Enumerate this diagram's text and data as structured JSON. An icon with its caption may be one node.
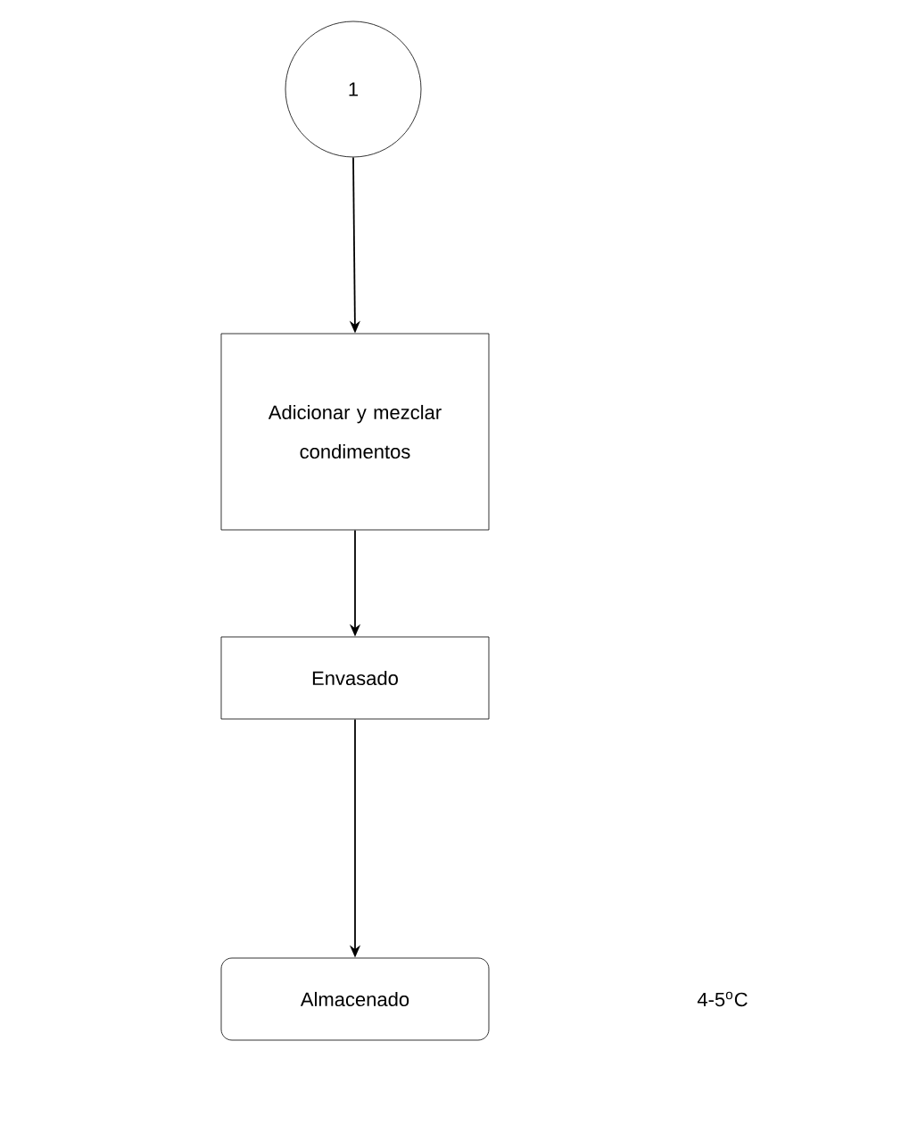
{
  "diagram": {
    "nodes": [
      {
        "text": [
          "1"
        ]
      },
      {
        "text": [
          "Adicionar y mezclar condimentos"
        ]
      },
      {
        "text": [
          "Envasado"
        ]
      },
      {
        "text": [
          "Almacenado"
        ]
      }
    ],
    "labels": [
      "4-5$^{o}$C"
    ],
    "edges": [
      {
        "from": 0,
        "to": 1,
        "arrow": "to"
      },
      {
        "from": 1,
        "to": 2,
        "arrow": "to"
      },
      {
        "from": 2,
        "to": 3,
        "arrow": "to"
      }
    ]
  }
}
